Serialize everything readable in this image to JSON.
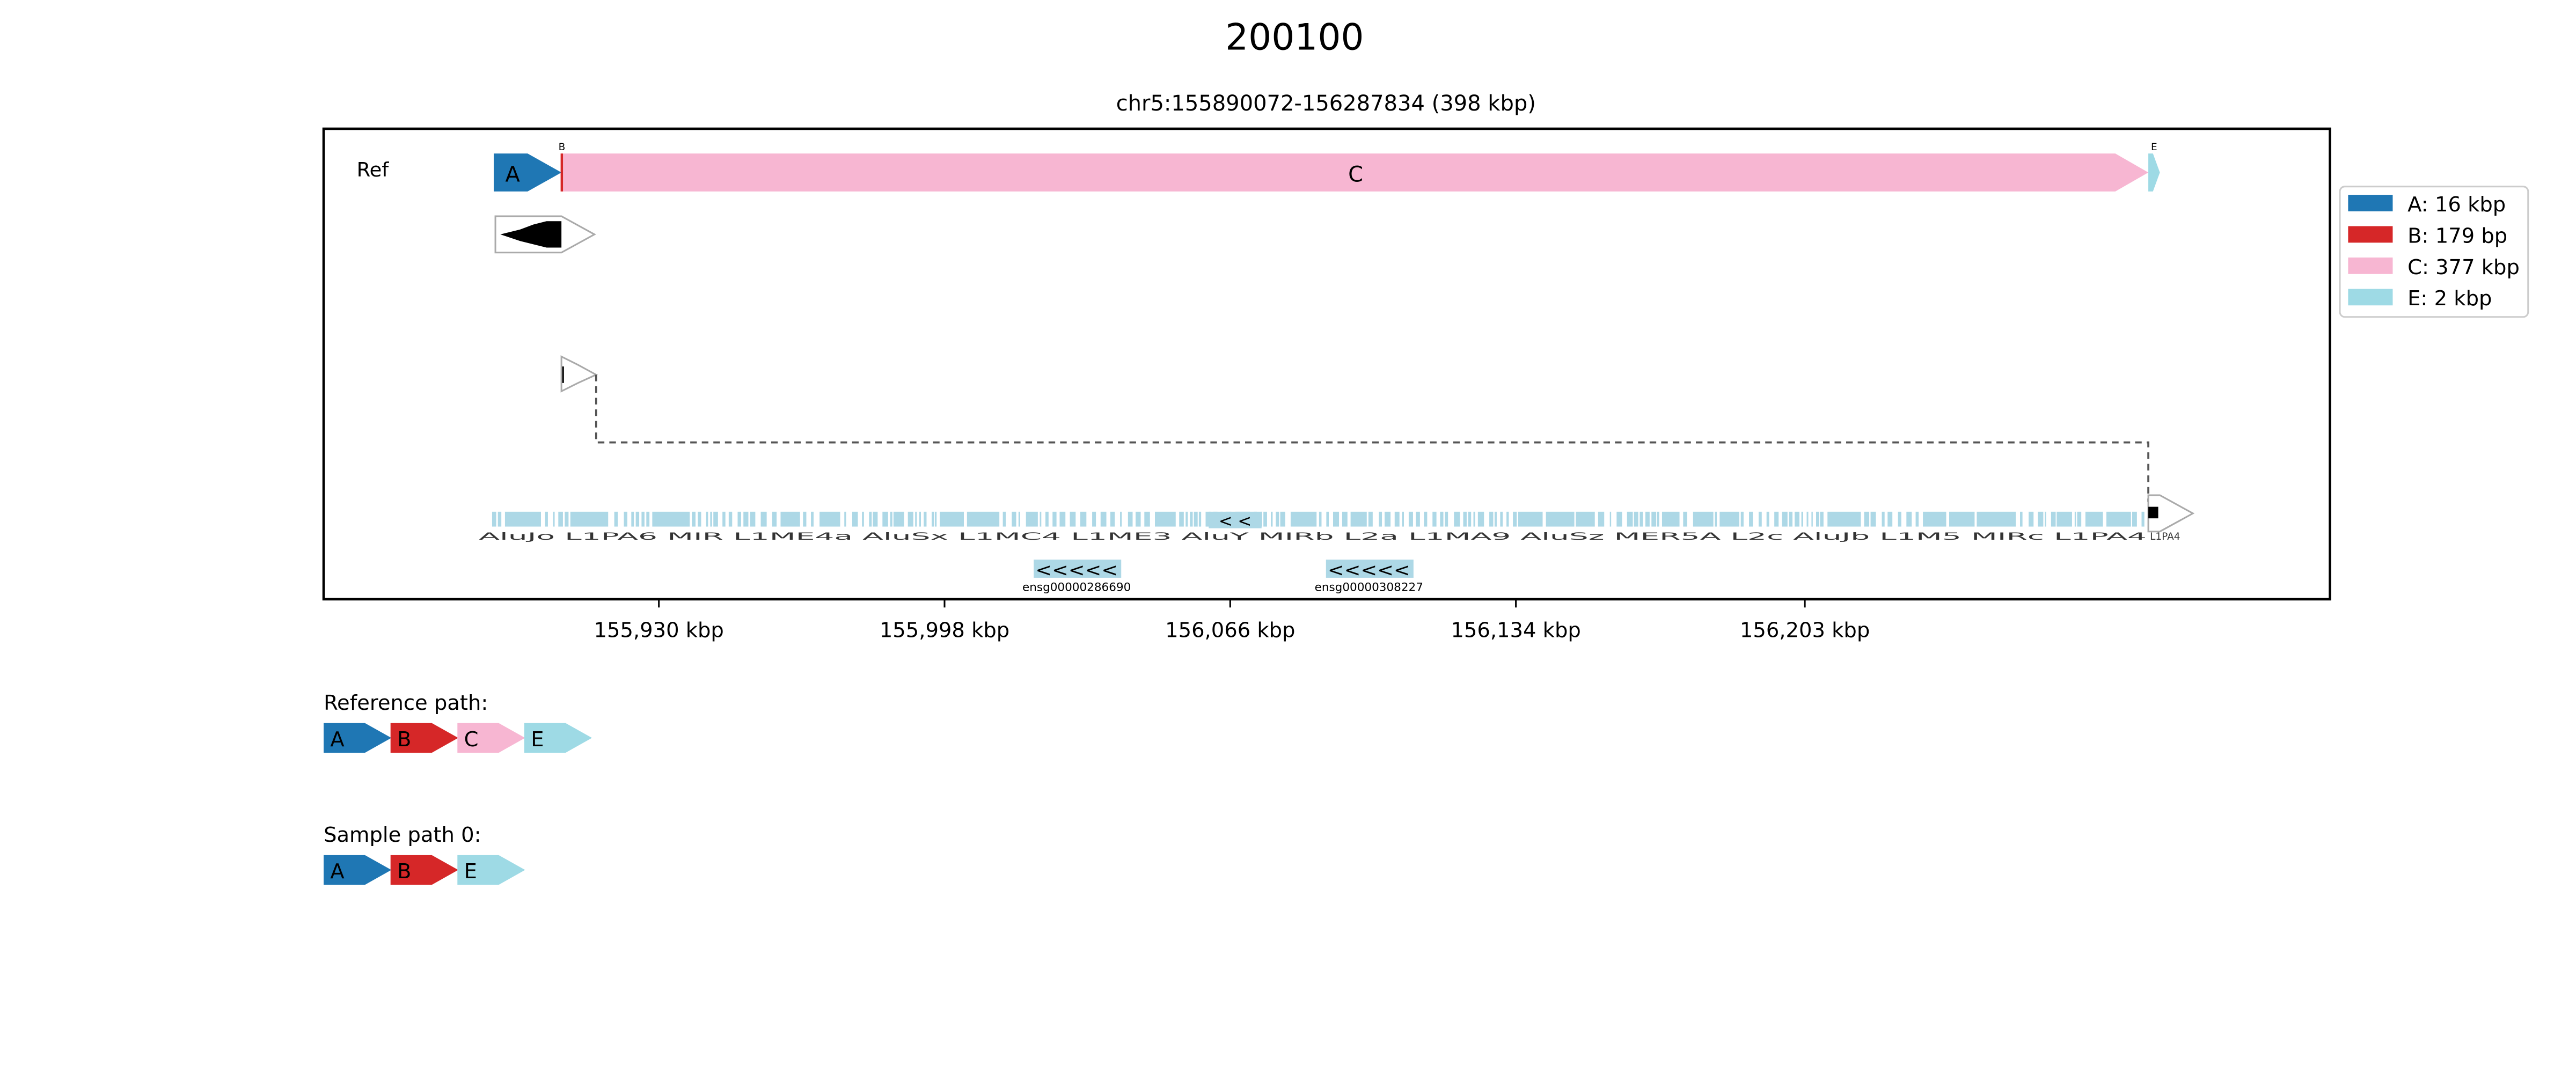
{
  "figure": {
    "title": "200100",
    "subtitle": "chr5:155890072-156287834 (398 kbp)"
  },
  "ref_track": {
    "label": "Ref",
    "segments": [
      {
        "id": "A",
        "label": "A",
        "color": "#1f77b4",
        "show_label": true
      },
      {
        "id": "B",
        "label": "B",
        "color": "#d62728",
        "show_label": true
      },
      {
        "id": "C",
        "label": "C",
        "color": "#f7b6d2",
        "show_label": true
      },
      {
        "id": "E",
        "label": "E",
        "color": "#9edae5",
        "show_label": true
      }
    ]
  },
  "legend": {
    "items": [
      {
        "id": "A",
        "label": "A: 16 kbp",
        "color": "#1f77b4"
      },
      {
        "id": "B",
        "label": "B: 179 bp",
        "color": "#d62728"
      },
      {
        "id": "C",
        "label": "C: 377 kbp",
        "color": "#f7b6d2"
      },
      {
        "id": "E",
        "label": "E: 2 kbp",
        "color": "#9edae5"
      }
    ]
  },
  "axis": {
    "ticks": [
      "155,930 kbp",
      "155,998 kbp",
      "156,066 kbp",
      "156,134 kbp",
      "156,203 kbp"
    ]
  },
  "repeat_track": {
    "color": "#add8e6",
    "labels_text": "AluJo L1PA6 MIR L1ME4a AluSx L1MC4 L1ME3 AluY MIRb L2a L1MA9 AluSz MER5A L2c AluJb L1M5 MIRc L1PA4",
    "end_label": "L1PA4"
  },
  "genes": [
    {
      "name": "ensg00000286690",
      "arrows": "<<<<<"
    },
    {
      "name": "ensg00000308227",
      "arrows": "<<<<<"
    },
    {
      "name": "",
      "arrows": "< <"
    }
  ],
  "paths": [
    {
      "title": "Reference path:",
      "segments": [
        "A",
        "B",
        "C",
        "E"
      ]
    },
    {
      "title": "Sample path 0:",
      "segments": [
        "A",
        "B",
        "E"
      ]
    }
  ],
  "colors": {
    "frame": "#000000",
    "connector": "#555555",
    "outline": "#aaaaaa"
  }
}
